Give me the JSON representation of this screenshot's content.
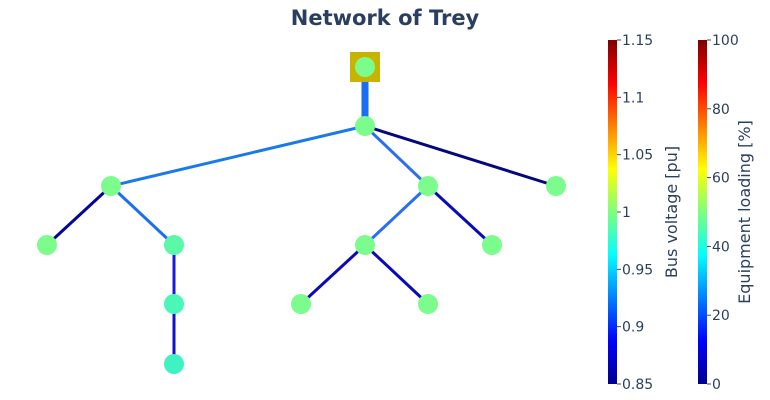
{
  "title": "Network of Trey",
  "chart_data": {
    "type": "network",
    "colors": {
      "node_fill": "#7dfc8e",
      "node_fill_low": "#3cf2c8",
      "slack_marker": "#c8b400",
      "line_trafo": "#1a6ef5",
      "line_mid": "#1a6fe8",
      "line_light": "#2a6ff0",
      "line_dark": "#0a0ab4",
      "line_darker": "#00008f"
    },
    "nodes": [
      {
        "id": "n0",
        "slack": true,
        "color": "#7dfc8e"
      },
      {
        "id": "n1",
        "color": "#7dfc8e"
      },
      {
        "id": "n2",
        "color": "#7dfc8e"
      },
      {
        "id": "n3",
        "color": "#7dfc8e"
      },
      {
        "id": "n4",
        "color": "#7dfc8e"
      },
      {
        "id": "n5",
        "color": "#7dfc8e"
      },
      {
        "id": "n6",
        "color": "#5af8a8"
      },
      {
        "id": "n7",
        "color": "#4af6b8"
      },
      {
        "id": "n8",
        "color": "#3ef2c4"
      },
      {
        "id": "n9",
        "color": "#7dfc8e"
      },
      {
        "id": "n10",
        "color": "#7dfc8e"
      },
      {
        "id": "n11",
        "color": "#7dfc8e"
      },
      {
        "id": "n12",
        "color": "#7dfc8e"
      }
    ],
    "edges": [
      {
        "from": "n0",
        "to": "n1",
        "color": "#1a6ef5",
        "trafo": true
      },
      {
        "from": "n1",
        "to": "n2",
        "color": "#1a7ae8"
      },
      {
        "from": "n1",
        "to": "n3",
        "color": "#2a6ff0"
      },
      {
        "from": "n1",
        "to": "n4",
        "color": "#06067f"
      },
      {
        "from": "n2",
        "to": "n5",
        "color": "#050596"
      },
      {
        "from": "n2",
        "to": "n6",
        "color": "#1a6ef0"
      },
      {
        "from": "n6",
        "to": "n7",
        "color": "#1a1ad8"
      },
      {
        "from": "n7",
        "to": "n8",
        "color": "#1010c8"
      },
      {
        "from": "n3",
        "to": "n9",
        "color": "#2a6ff0"
      },
      {
        "from": "n3",
        "to": "n10",
        "color": "#0a0ab8"
      },
      {
        "from": "n9",
        "to": "n11",
        "color": "#0a0ab8"
      },
      {
        "from": "n9",
        "to": "n12",
        "color": "#0a0ab8"
      }
    ],
    "colorbars": [
      {
        "title": "Bus voltage [pu]",
        "range": [
          0.85,
          1.15
        ],
        "ticks": [
          "1.15",
          "1.1",
          "1.05",
          "1",
          "0.95",
          "0.9",
          "0.85"
        ],
        "colorscale": "jet"
      },
      {
        "title": "Equipment loading [%]",
        "range": [
          0,
          100
        ],
        "ticks": [
          "100",
          "80",
          "60",
          "40",
          "20",
          "0"
        ],
        "colorscale": "jet"
      }
    ]
  }
}
